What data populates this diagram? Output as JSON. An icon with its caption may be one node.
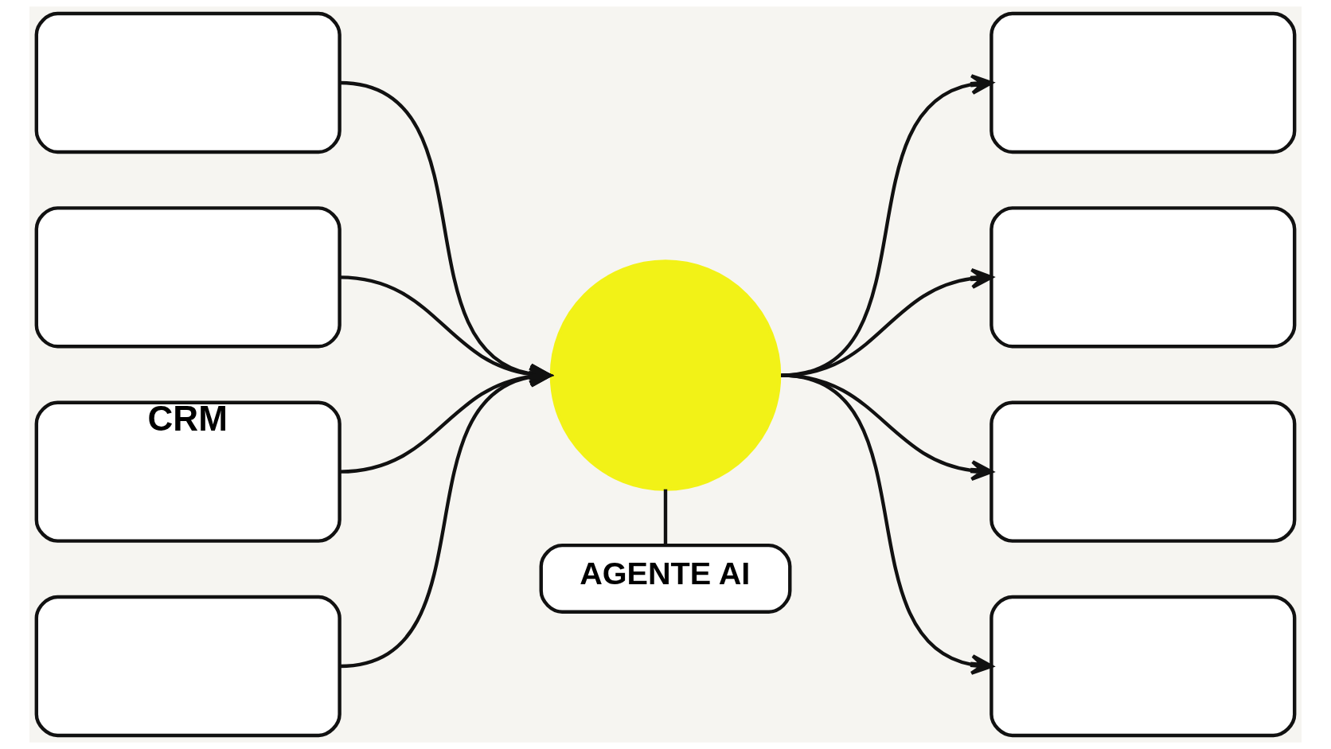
{
  "diagram": {
    "nodes": [
      {
        "text": [],
        "shape": "box"
      },
      {
        "text": [],
        "shape": "box"
      },
      {
        "text": [
          "CRM"
        ]
      },
      {
        "text": [],
        "shape": "box"
      },
      {
        "text": [],
        "shape": "circle"
      },
      {
        "text": [],
        "shape": "box"
      },
      {
        "text": [],
        "shape": "box"
      },
      {
        "text": [],
        "shape": "box"
      },
      {
        "text": [],
        "shape": "box"
      },
      {
        "text": [
          "AGENTE AI"
        ]
      }
    ],
    "edges": [
      {
        "from": 0,
        "to": 4,
        "arrow": "to"
      },
      {
        "from": 1,
        "to": 4,
        "arrow": "to"
      },
      {
        "from": 2,
        "to": 4,
        "arrow": "to"
      },
      {
        "from": 3,
        "to": 4,
        "arrow": "to"
      },
      {
        "from": 4,
        "to": 5,
        "arrow": "to"
      },
      {
        "from": 4,
        "to": 6,
        "arrow": "to"
      },
      {
        "from": 4,
        "to": 7,
        "arrow": "to"
      },
      {
        "from": 4,
        "to": 8,
        "arrow": "to"
      },
      {
        "from": 4,
        "to": 9,
        "arrow": "none"
      }
    ]
  }
}
